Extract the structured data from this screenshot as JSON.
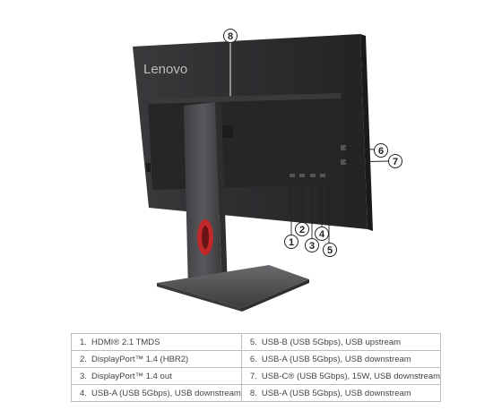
{
  "brand": {
    "logo_text": "Lenovo"
  },
  "callouts": [
    "1",
    "2",
    "3",
    "4",
    "5",
    "6",
    "7",
    "8"
  ],
  "legend": {
    "rows": [
      [
        {
          "num": "1.",
          "text": "HDMI® 2.1 TMDS"
        },
        {
          "num": "5.",
          "text": "USB-B (USB 5Gbps), USB upstream"
        }
      ],
      [
        {
          "num": "2.",
          "text": "DisplayPort™ 1.4 (HBR2)"
        },
        {
          "num": "6.",
          "text": "USB-A (USB 5Gbps), USB downstream"
        }
      ],
      [
        {
          "num": "3.",
          "text": "DisplayPort™ 1.4 out"
        },
        {
          "num": "7.",
          "text": "USB-C® (USB 5Gbps), 15W, USB downstream"
        }
      ],
      [
        {
          "num": "4.",
          "text": "USB-A (USB 5Gbps), USB downstream"
        },
        {
          "num": "8.",
          "text": "USB-A (USB 5Gbps), USB downstream"
        }
      ]
    ]
  },
  "colors": {
    "accent_red": "#c0282a",
    "monitor_body": "#2b2b2d",
    "stand": "#4b4b4e"
  }
}
